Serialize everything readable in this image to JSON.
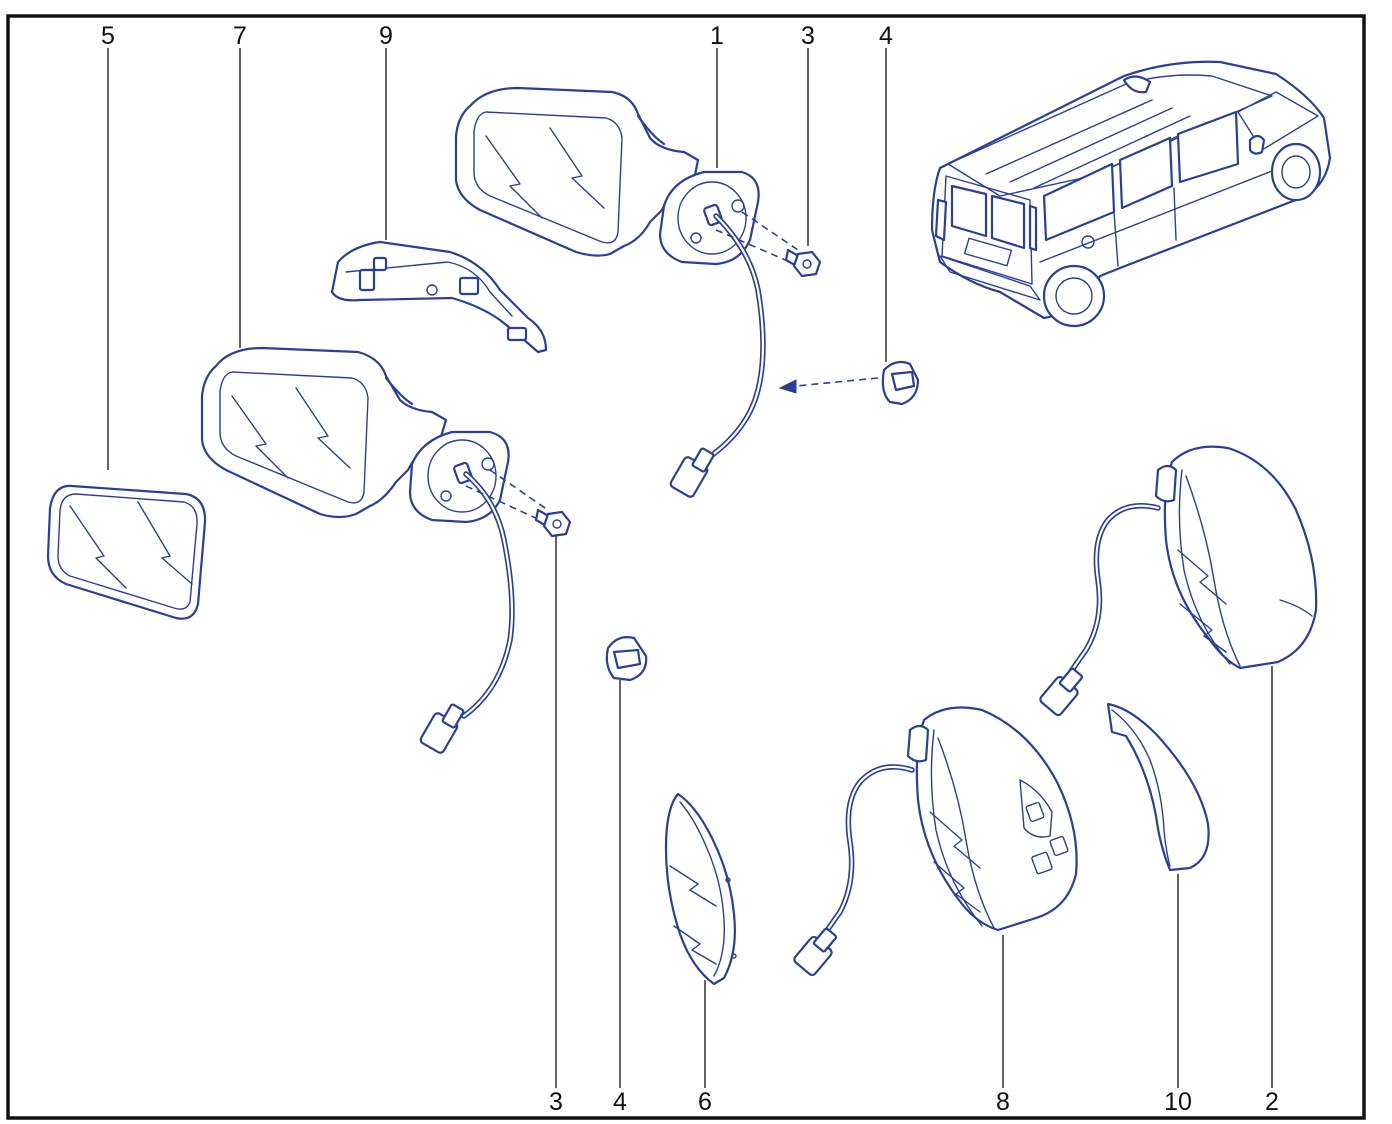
{
  "colors": {
    "line_ink": "#2a3f9d",
    "frame": "#111111",
    "callout_text": "#111111",
    "background": "#ffffff"
  },
  "callouts": [
    {
      "id": "c5",
      "label": "5",
      "part": "mirror-glass-left"
    },
    {
      "id": "c7",
      "label": "7",
      "part": "mirror-assembly-left"
    },
    {
      "id": "c9",
      "label": "9",
      "part": "mirror-trim-cover"
    },
    {
      "id": "c1",
      "label": "1",
      "part": "mirror-assembly-right"
    },
    {
      "id": "c3t",
      "label": "3",
      "part": "mounting-screw"
    },
    {
      "id": "c4t",
      "label": "4",
      "part": "mounting-clip"
    },
    {
      "id": "c3b",
      "label": "3",
      "part": "mounting-screw"
    },
    {
      "id": "c4b",
      "label": "4",
      "part": "mounting-clip"
    },
    {
      "id": "c6",
      "label": "6",
      "part": "mirror-glass-oval"
    },
    {
      "id": "c8",
      "label": "8",
      "part": "mirror-assembly-oval-left"
    },
    {
      "id": "c10",
      "label": "10",
      "part": "mirror-cap-cover"
    },
    {
      "id": "c2",
      "label": "2",
      "part": "mirror-assembly-oval-right"
    }
  ]
}
